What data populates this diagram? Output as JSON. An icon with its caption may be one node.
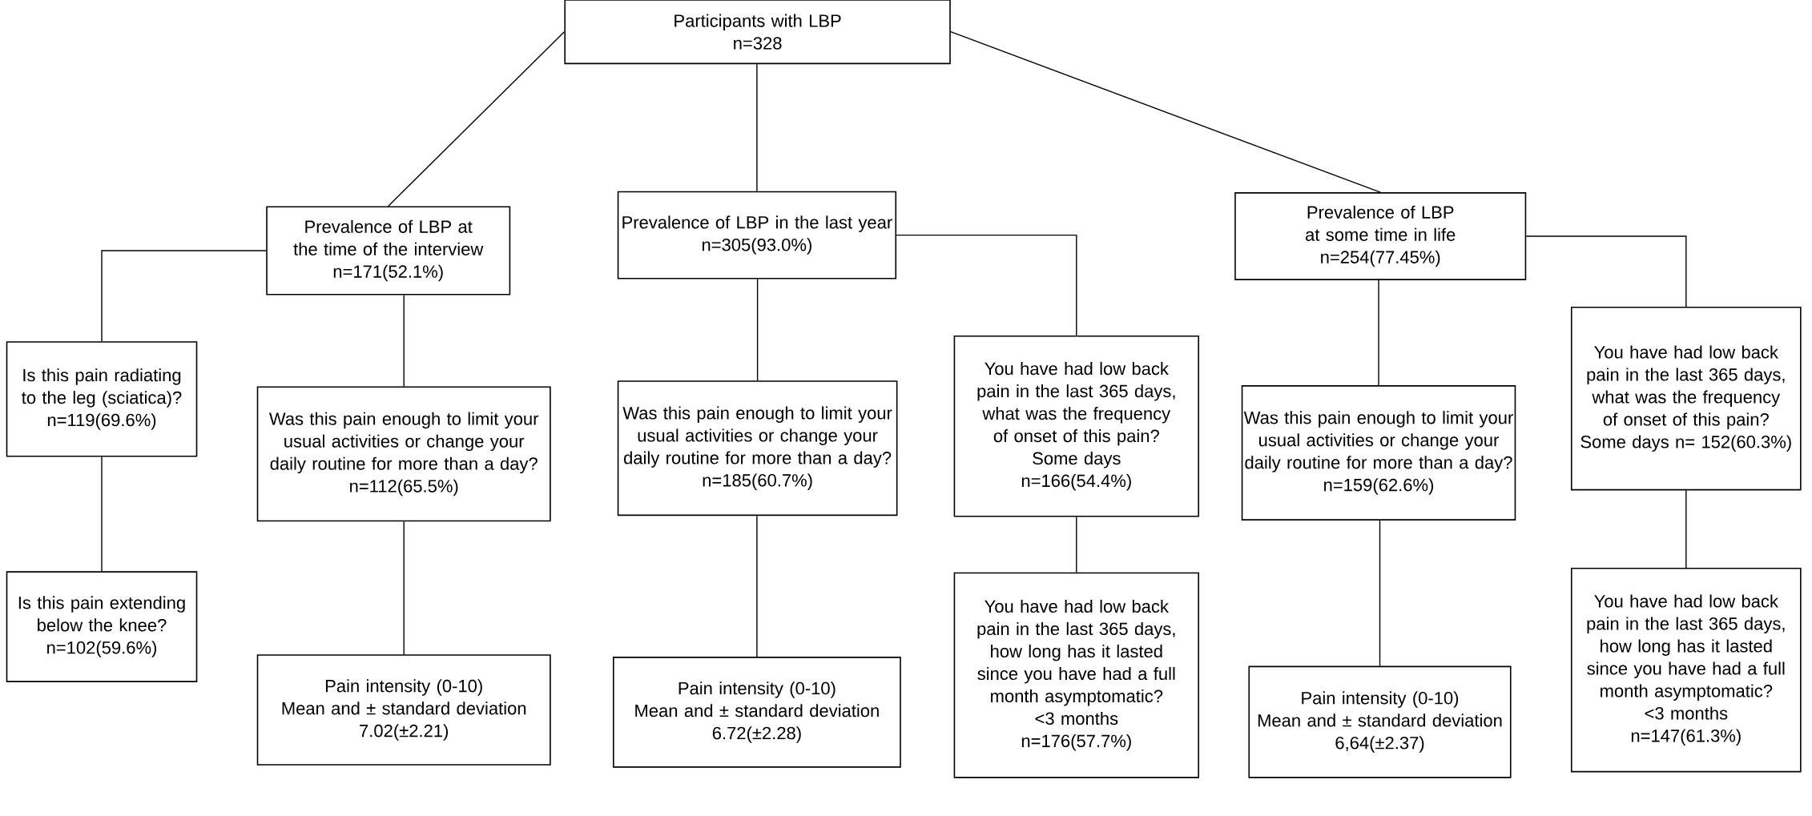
{
  "diagram": {
    "nodes": [
      {
        "text": [
          "Participants with LBP",
          "n=328"
        ]
      },
      {
        "text": [
          "Prevalence of LBP at the time of the interview",
          "n=171(52.1%)"
        ]
      },
      {
        "text": [
          "Prevalence of LBP in the last year",
          "n=305(93.0%)"
        ]
      },
      {
        "text": [
          "Prevalence of LBP at some time in life",
          "n=254(77.45%)"
        ]
      },
      {
        "text": [
          "Is this pain radiating to the leg (sciatica)?",
          "n=119(69.6%)"
        ]
      },
      {
        "text": [
          "Was this pain enough to limit your usual activities or change your daily routine for more than a day?",
          "n=112(65.5%)"
        ]
      },
      {
        "text": [
          "Is this pain extending below the knee?",
          "n=102(59.6%)"
        ]
      },
      {
        "text": [
          "Pain intensity (0-10)",
          "Mean and ± standard deviation",
          "7.02(±2.21)"
        ]
      },
      {
        "text": [
          "Was this pain enough to limit your usual activities or change your daily routine for more than a day?",
          "n=185(60.7%)"
        ]
      },
      {
        "text": [
          "You have had low back pain in the last 365 days, what was the frequency of onset of this pain?",
          "Some days",
          "n=166(54.4%)"
        ]
      },
      {
        "text": [
          "Pain intensity (0-10)",
          "Mean and ± standard deviation",
          "6.72(±2.28)"
        ]
      },
      {
        "text": [
          "You have had low back pain in the last 365 days, how long has it lasted since you have had a full month asymptomatic?",
          "<3 months",
          "n=176(57.7%)"
        ]
      },
      {
        "text": [
          "Was this pain enough to limit your usual activities or change your daily routine for more than a day?",
          "n=159(62.6%)"
        ]
      },
      {
        "text": [
          "Pain intensity (0-10)",
          "Mean and ± standard deviation",
          "6,64(±2.37)"
        ]
      },
      {
        "text": [
          "You have had low back pain in the last 365 days, what was the frequency of onset of this pain?",
          "Some days n= 152(60.3%)"
        ]
      },
      {
        "text": [
          "You have had low back pain in the last 365 days, how long has it lasted since you have had a full month asymptomatic?",
          "<3 months",
          "n=147(61.3%)"
        ]
      }
    ],
    "edges": [
      {
        "from": 0,
        "to": 1,
        "arrow": "none"
      },
      {
        "from": 0,
        "to": 2,
        "arrow": "none"
      },
      {
        "from": 0,
        "to": 3,
        "arrow": "none"
      },
      {
        "from": 1,
        "to": 4,
        "arrow": "none"
      },
      {
        "from": 1,
        "to": 5,
        "arrow": "none"
      },
      {
        "from": 4,
        "to": 6,
        "arrow": "none"
      },
      {
        "from": 5,
        "to": 7,
        "arrow": "none"
      },
      {
        "from": 2,
        "to": 8,
        "arrow": "none"
      },
      {
        "from": 2,
        "to": 9,
        "arrow": "none"
      },
      {
        "from": 8,
        "to": 10,
        "arrow": "none"
      },
      {
        "from": 9,
        "to": 11,
        "arrow": "none"
      },
      {
        "from": 3,
        "to": 12,
        "arrow": "none"
      },
      {
        "from": 3,
        "to": 14,
        "arrow": "none"
      },
      {
        "from": 12,
        "to": 13,
        "arrow": "none"
      },
      {
        "from": 14,
        "to": 15,
        "arrow": "none"
      }
    ]
  }
}
